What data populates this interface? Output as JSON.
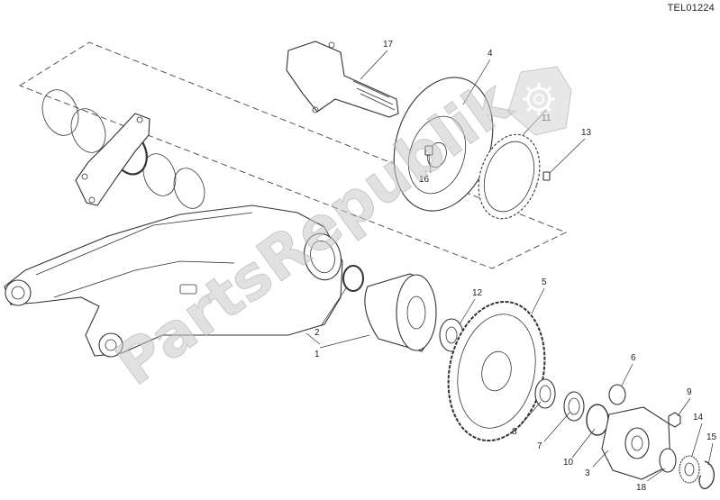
{
  "drawing_code": "TEL01224",
  "callouts": [
    {
      "id": "17",
      "label": "17"
    },
    {
      "id": "4",
      "label": "4"
    },
    {
      "id": "11",
      "label": "11"
    },
    {
      "id": "13",
      "label": "13"
    },
    {
      "id": "16",
      "label": "16"
    },
    {
      "id": "12",
      "label": "12"
    },
    {
      "id": "5",
      "label": "5"
    },
    {
      "id": "2",
      "label": "2"
    },
    {
      "id": "1",
      "label": "1"
    },
    {
      "id": "6",
      "label": "6"
    },
    {
      "id": "9",
      "label": "9"
    },
    {
      "id": "8",
      "label": "8"
    },
    {
      "id": "7",
      "label": "7"
    },
    {
      "id": "10",
      "label": "10"
    },
    {
      "id": "14",
      "label": "14"
    },
    {
      "id": "15",
      "label": "15"
    },
    {
      "id": "3",
      "label": "3"
    },
    {
      "id": "18",
      "label": "18"
    }
  ],
  "watermark": {
    "text": "PartsRepublik",
    "icon": "gear-icon",
    "color": "#c9c9c9"
  }
}
